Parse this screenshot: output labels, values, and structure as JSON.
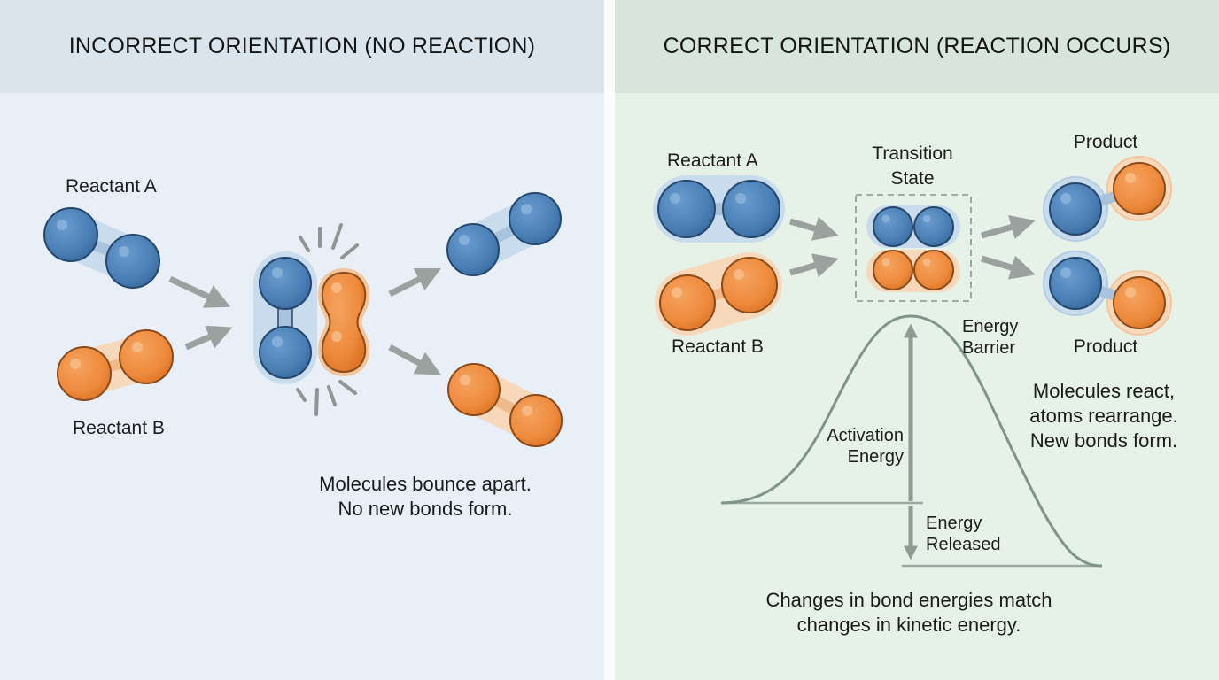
{
  "colors": {
    "left_panel_bg": "#e8eff6",
    "left_header_bg": "#d9e4ec",
    "right_panel_bg": "#e6f1e7",
    "right_header_bg": "#d7e5dc",
    "atom_blue": "#4a7fb5",
    "atom_orange": "#ee8a3c",
    "arrow_gray": "#9aa19f",
    "curve_gray": "#7f9489"
  },
  "left_panel": {
    "title": "INCORRECT ORIENTATION (NO REACTION)",
    "reactant_a_label": "Reactant A",
    "reactant_b_label": "Reactant B",
    "caption_line1": "Molecules bounce apart.",
    "caption_line2": "No new bonds form."
  },
  "right_panel": {
    "title": "CORRECT ORIENTATION (REACTION OCCURS)",
    "reactant_a_label": "Reactant A",
    "reactant_b_label": "Reactant B",
    "transition_state_line1": "Transition",
    "transition_state_line2": "State",
    "product_top_label": "Product",
    "product_bottom_label": "Product",
    "result_line1": "Molecules react,",
    "result_line2": "atoms rearrange.",
    "result_line3": "New bonds form.",
    "energy_barrier_line1": "Energy",
    "energy_barrier_line2": "Barrier",
    "activation_energy_line1": "Activation",
    "activation_energy_line2": "Energy",
    "energy_released_line1": "Energy",
    "energy_released_line2": "Released",
    "caption_line1": "Changes in bond energies match",
    "caption_line2": "changes in kinetic energy."
  }
}
